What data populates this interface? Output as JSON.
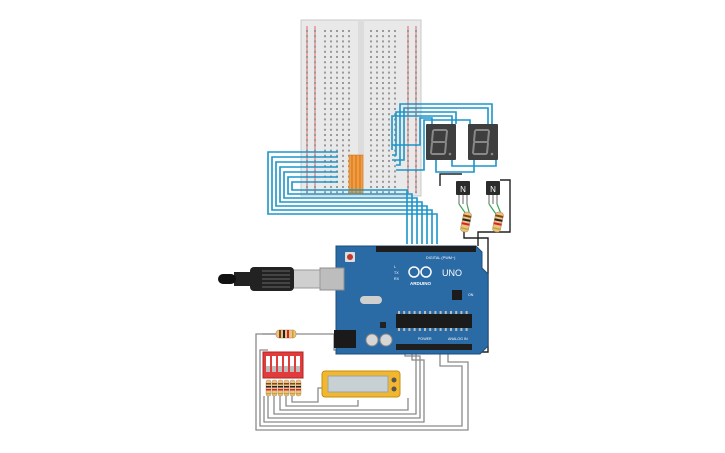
{
  "scene": "circuit-simulation-canvas",
  "arduino": {
    "brand_label": "ARDUINO",
    "model_label": "UNO",
    "digital_label": "DIGITAL (PWM~)",
    "power_label": "POWER",
    "analog_label": "ANALOG IN",
    "on_label": "ON",
    "tx_label": "TX",
    "rx_label": "RX",
    "l_label": "L"
  },
  "transistors": [
    {
      "label": "N"
    },
    {
      "label": "N"
    }
  ],
  "seven_segment_displays": [
    {
      "shown": "8."
    },
    {
      "shown": "8."
    }
  ],
  "dip_switch": {
    "positions": 6
  },
  "breadboard": {
    "type": "half-size"
  },
  "colors": {
    "wire_blue": "#1b95c8",
    "wire_grey": "#8a8a8a",
    "wire_black": "#222222",
    "board_blue": "#2a6aa5",
    "dip_red": "#e23b3b",
    "lcd_frame": "#f2b72e",
    "segment_grey": "#3e3e3e"
  }
}
